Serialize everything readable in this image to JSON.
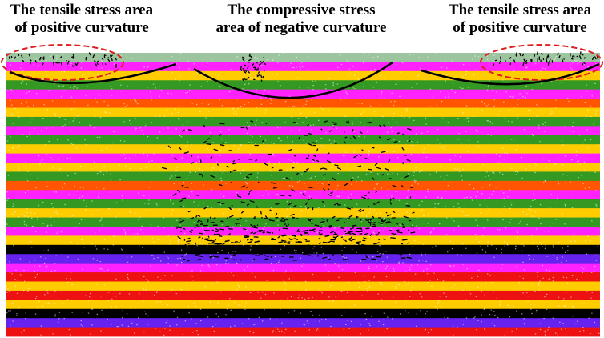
{
  "annotations": {
    "left": {
      "line1": "The tensile stress area",
      "line2": "of positive curvature"
    },
    "center": {
      "line1": "The compressive stress",
      "line2": "area of negative curvature"
    },
    "right": {
      "line1": "The tensile stress area",
      "line2": "of positive curvature"
    }
  },
  "colors": {
    "sage": "#9cc49e",
    "magenta": "#ff22ff",
    "yellow": "#ffcc00",
    "green": "#339922",
    "orange": "#ff5500",
    "black": "#000000",
    "blue": "#6622ee",
    "red": "#ee1111",
    "crack": "#000000",
    "ellipse": "#e02020",
    "curve": "#000000"
  },
  "strata": [
    "sage",
    "magenta",
    "yellow",
    "green",
    "magenta",
    "orange",
    "yellow",
    "green",
    "magenta",
    "green",
    "yellow",
    "magenta",
    "yellow",
    "green",
    "orange",
    "magenta",
    "green",
    "yellow",
    "green",
    "magenta",
    "yellow",
    "black",
    "blue",
    "magenta",
    "red",
    "yellow",
    "red",
    "yellow",
    "black",
    "blue",
    "red"
  ]
}
